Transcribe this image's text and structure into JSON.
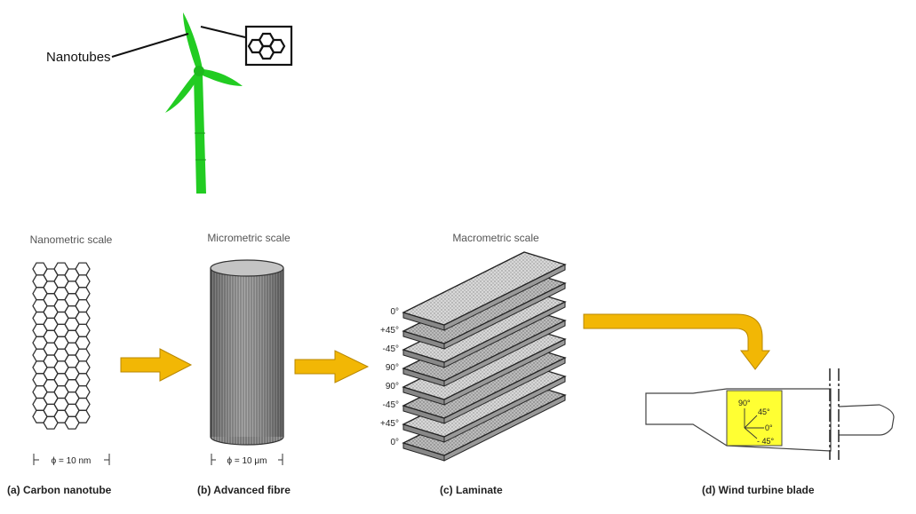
{
  "windmill": {
    "nanotubes_label": "Nanotubes",
    "color": "#22cc22"
  },
  "stages": {
    "nanotube": {
      "scale": "Nanometric scale",
      "dimension": "ϕ = 10 nm",
      "caption": "(a) Carbon nanotube"
    },
    "fibre": {
      "scale": "Micrometric scale",
      "dimension": "ϕ = 10 μm",
      "caption": "(b) Advanced fibre"
    },
    "laminate": {
      "scale": "Macrometric scale",
      "ply_angles": [
        "0°",
        "+45°",
        "-45°",
        "90°",
        "90°",
        "-45°",
        "+45°",
        "0°"
      ],
      "caption": "(c) Laminate"
    },
    "blade": {
      "orientation_labels": [
        "90°",
        "45°",
        "0°",
        "- 45°"
      ],
      "caption": "(d) Wind turbine blade",
      "highlight_color": "#ffff33"
    }
  },
  "arrow_color": "#f2b705"
}
